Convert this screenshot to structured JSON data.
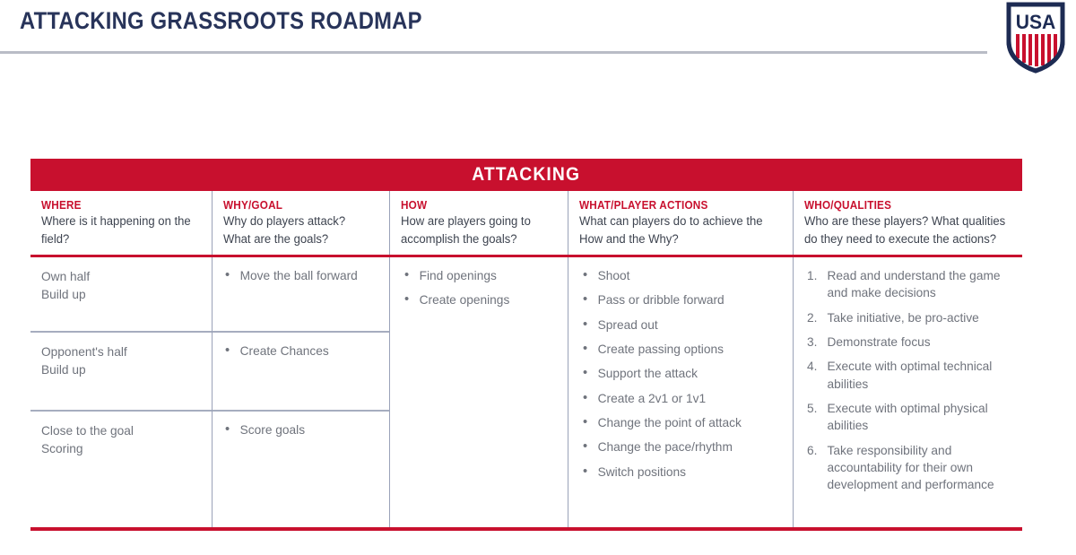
{
  "header": {
    "title": "ATTACKING GRASSROOTS ROADMAP",
    "crest_label": "USA",
    "crest_name": "us-soccer-crest"
  },
  "colors": {
    "red": "#C8102E",
    "navy": "#28345a",
    "body_text": "#6f737c",
    "subhead_text": "#3e4450",
    "rule_gray": "#b9bcc6",
    "divider": "#9aa2b8"
  },
  "table": {
    "banner": "ATTACKING",
    "columns": [
      {
        "title": "WHERE",
        "sub": "Where is it happening on the field?"
      },
      {
        "title": "WHY/GOAL",
        "sub": "Why do players attack? What are the goals?"
      },
      {
        "title": "HOW",
        "sub": "How are players going to accomplish the goals?"
      },
      {
        "title": "WHAT/PLAYER ACTIONS",
        "sub": "What can players do to achieve the How and the Why?"
      },
      {
        "title": "WHO/QUALITIES",
        "sub": "Who are these players? What qualities do they need to execute the actions?"
      }
    ],
    "where_rows": [
      {
        "line1": "Own half",
        "line2": "Build up"
      },
      {
        "line1": "Opponent's half",
        "line2": "Build up"
      },
      {
        "line1": "Close to the goal",
        "line2": "Scoring"
      }
    ],
    "why_rows": [
      "Move the ball forward",
      "Create Chances",
      "Score goals"
    ],
    "how_items": [
      "Find openings",
      "Create openings"
    ],
    "what_items": [
      "Shoot",
      "Pass or dribble forward",
      "Spread out",
      "Create passing options",
      "Support the attack",
      "Create a 2v1 or 1v1",
      "Change the point of attack",
      "Change the pace/rhythm",
      "Switch positions"
    ],
    "who_items": [
      {
        "num": "1.",
        "text": "Read and understand the game and make decisions"
      },
      {
        "num": "2.",
        "text": "Take initiative, be pro-active"
      },
      {
        "num": "3.",
        "text": "Demonstrate focus"
      },
      {
        "num": "4.",
        "text": "Execute with optimal technical abilities"
      },
      {
        "num": "5.",
        "text": "Execute with optimal physical abilities"
      },
      {
        "num": "6.",
        "text": "Take responsibility and accountability for their own development and performance"
      }
    ]
  }
}
